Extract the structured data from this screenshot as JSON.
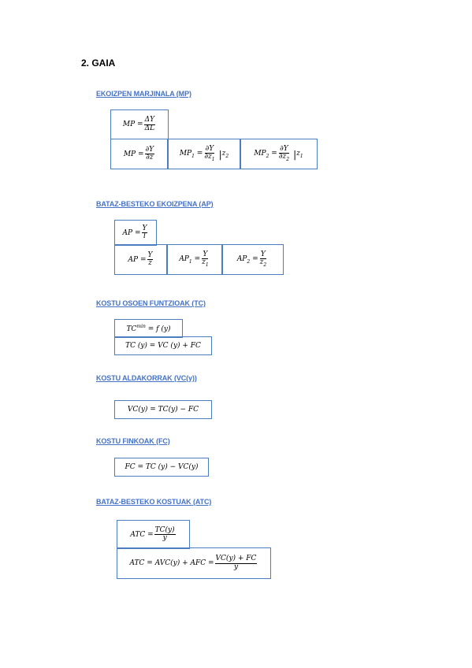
{
  "page_title": "2.  GAIA",
  "sections": {
    "mp": "EKOIZPEN MARJINALA (MP)",
    "ap": "BATAZ-BESTEKO EKOIZPENA (AP)",
    "tc": "KOSTU OSOEN FUNTZIOAK (TC)",
    "vc": "KOSTU ALDAKORRAK (VC(y))",
    "fc": "KOSTU FINKOAK (FC)",
    "atc": "BATAZ-BESTEKO KOSTUAK (ATC)"
  },
  "formulas": {
    "mp_a_lhs": "MP =",
    "mp_a_num": "ΔY",
    "mp_a_den": "ΔL",
    "mp_b_lhs": "MP =",
    "mp_b_num": "∂Y",
    "mp_b_den": "∂z",
    "mp1_lhs": "MP",
    "mp1_sub": "1",
    "mp1_num": "∂Y",
    "mp1_den": "∂z",
    "mp1_den_sub": "1",
    "mp1_cond": "z",
    "mp1_cond_sub": "2",
    "mp2_lhs": "MP",
    "mp2_sub": "2",
    "mp2_num": "∂Y",
    "mp2_den": "∂z",
    "mp2_den_sub": "2",
    "mp2_cond": "z",
    "mp2_cond_sub": "1",
    "ap_a_lhs": "AP =",
    "ap_a_num": "Y",
    "ap_a_den": "l",
    "ap_b_lhs": "AP =",
    "ap_b_num": "Y",
    "ap_b_den": "z",
    "ap1_lhs": "AP",
    "ap1_sub": "1",
    "ap1_num": "Y",
    "ap1_den": "z",
    "ap1_den_sub": "1",
    "ap2_lhs": "AP",
    "ap2_sub": "2",
    "ap2_num": "Y",
    "ap2_den": "z",
    "ap2_den_sub": "2",
    "tc_min_base": "TC",
    "tc_min_sup": "min",
    "tc_min_rhs": " = f (y)",
    "tc_sum": "TC (y) = VC (y) + FC",
    "vc_eq": "VC(y) = TC(y) − FC",
    "fc_eq": "FC = TC (y) − VC(y)",
    "atc_a_lhs": "ATC =",
    "atc_a_num": "TC(y)",
    "atc_a_den": "y",
    "atc_b_lhs": "ATC = AVC(y) + AFC =",
    "atc_b_num": "VC(y) + FC",
    "atc_b_den": "y"
  }
}
